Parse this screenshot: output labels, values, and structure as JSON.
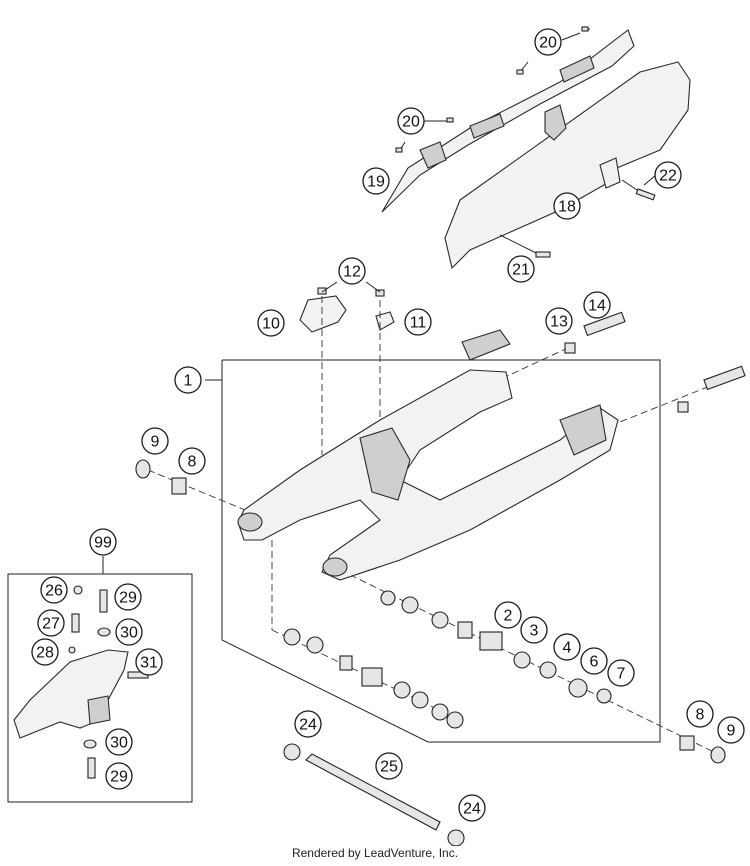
{
  "callouts": [
    {
      "label": "20"
    },
    {
      "label": "20"
    },
    {
      "label": "19"
    },
    {
      "label": "22"
    },
    {
      "label": "18"
    },
    {
      "label": "21"
    },
    {
      "label": "12"
    },
    {
      "label": "10"
    },
    {
      "label": "11"
    },
    {
      "label": "13"
    },
    {
      "label": "14"
    },
    {
      "label": "1"
    },
    {
      "label": "9"
    },
    {
      "label": "8"
    },
    {
      "label": "99"
    },
    {
      "label": "26"
    },
    {
      "label": "29"
    },
    {
      "label": "27"
    },
    {
      "label": "30"
    },
    {
      "label": "28"
    },
    {
      "label": "31"
    },
    {
      "label": "30"
    },
    {
      "label": "29"
    },
    {
      "label": "2"
    },
    {
      "label": "3"
    },
    {
      "label": "4"
    },
    {
      "label": "6"
    },
    {
      "label": "7"
    },
    {
      "label": "8"
    },
    {
      "label": "9"
    },
    {
      "label": "24"
    },
    {
      "label": "25"
    },
    {
      "label": "24"
    }
  ],
  "footer": "Rendered by LeadVenture, Inc.",
  "colors": {
    "line": "#222222",
    "fill": "#f2f2f2"
  }
}
